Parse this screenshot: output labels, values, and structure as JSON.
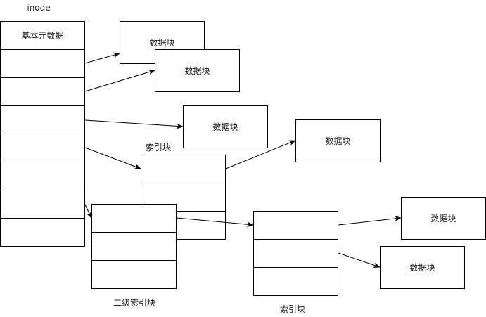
{
  "diagram": {
    "title": "inode",
    "inode": {
      "label": "inode",
      "rows": [
        "基本元数据",
        "",
        "",
        "",
        "",
        "",
        "",
        "",
        ""
      ]
    },
    "data_blocks": [
      {
        "id": "db1",
        "label": "数据块"
      },
      {
        "id": "db2",
        "label": "数据块"
      },
      {
        "id": "db3",
        "label": "数据块"
      },
      {
        "id": "db4",
        "label": "数据块"
      },
      {
        "id": "db5",
        "label": "数据块"
      },
      {
        "id": "db6",
        "label": "数据块"
      }
    ],
    "index_block_1": {
      "label": "索引块",
      "rows": [
        "",
        "",
        ""
      ]
    },
    "secondary_index_block": {
      "label": "二级索引块",
      "rows": [
        "",
        "",
        ""
      ]
    },
    "index_block_2": {
      "label": "索引块",
      "rows": [
        "",
        "",
        ""
      ]
    },
    "edges": [
      {
        "from": "inode.row1",
        "to": "db1"
      },
      {
        "from": "inode.row2",
        "to": "db2"
      },
      {
        "from": "inode.row3",
        "to": "db3"
      },
      {
        "from": "inode.row4",
        "to": "index_block_1"
      },
      {
        "from": "inode.row6",
        "to": "secondary_index_block"
      },
      {
        "from": "index_block_1.row0",
        "to": "db4"
      },
      {
        "from": "secondary_index_block.row0",
        "to": "index_block_2"
      },
      {
        "from": "index_block_2.row0",
        "to": "db5"
      },
      {
        "from": "index_block_2.row1",
        "to": "db6"
      }
    ],
    "colors": {
      "stroke": "#000000",
      "background": "#ffffff",
      "text": "#222222"
    }
  }
}
